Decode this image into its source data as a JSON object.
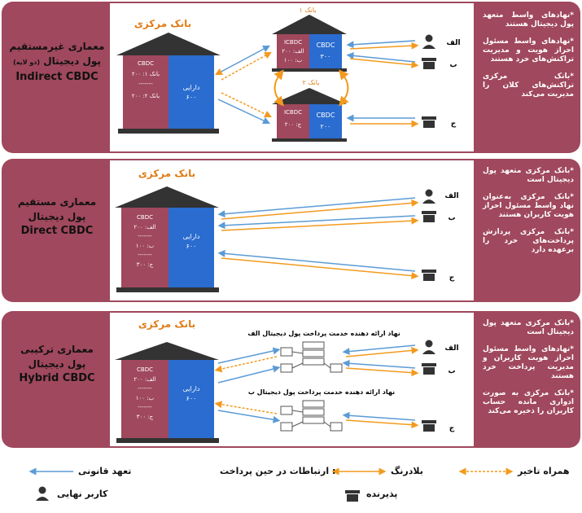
{
  "panels": [
    {
      "id": "indirect",
      "title_fa_1": "معماری غیرمستقیم",
      "title_fa_2": "پول دیجیتال",
      "title_fa_2b": "(دو لایه)",
      "title_en": "Indirect CBDC",
      "central_bank": "بانک مرکزی",
      "bank1_label": "بانک ۱",
      "bank2_label": "بانک ۲",
      "central_cbdc": "CBDC",
      "central_lines": [
        "بانک ۱: ۲۰۰",
        "-------",
        "بانک ۲: ۲۰۰"
      ],
      "central_assets": "دارایی",
      "central_assets_val": "۶۰۰",
      "bank1_icbdc": "ICBDC",
      "bank1_icbdc_lines": [
        "الف: ۲۰۰",
        "ب: ۱۰۰"
      ],
      "bank1_cbdc": "CBDC",
      "bank1_cbdc_val": "۳۰۰",
      "bank2_icbdc": "ICBDC",
      "bank2_icbdc_lines": [
        "ج: ۲۰۰"
      ],
      "bank2_cbdc": "CBDC",
      "bank2_cbdc_val": "۲۰۰",
      "user_labels": [
        "الف",
        "ب",
        "ج"
      ],
      "notes": [
        "*نهادهای واسط متعهد پول دیجیتال هستند",
        "*نهادهای واسط مسئول احراز هویت و مدیریت تراکنش‌های خرد هستند",
        "*بانک مرکزی تراکنش‌های کلان را مدیریت می‌کند"
      ]
    },
    {
      "id": "direct",
      "title_fa_1": "معماری مستقیم",
      "title_fa_2": "پول دیجیتال",
      "title_en": "Direct CBDC",
      "central_bank": "بانک مرکزی",
      "central_cbdc": "CBDC",
      "central_lines": [
        "الف: ۲۰۰",
        "-------",
        "ب: ۱۰۰",
        "-------",
        "ج: ۳۰۰"
      ],
      "central_assets": "دارایی",
      "central_assets_val": "۶۰۰",
      "user_labels": [
        "الف",
        "ب",
        "ج"
      ],
      "notes": [
        "*بانک مرکزی متعهد پول دیجیتال است",
        "*بانک مرکزی به‌عنوان نهاد واسط مسئول احراز هویت کاربران هستند",
        "*بانک مرکزی پردازش پرداخت‌های خرد را برعهده دارد"
      ]
    },
    {
      "id": "hybrid",
      "title_fa_1": "معماری ترکیبی",
      "title_fa_2": "پول دیجیتال",
      "title_en": "Hybrid CBDC",
      "central_bank": "بانک مرکزی",
      "central_cbdc": "CBDC",
      "central_lines": [
        "الف: ۲۰۰",
        "-------",
        "ب: ۱۰۰",
        "-------",
        "ج: ۳۰۰"
      ],
      "central_assets": "دارایی",
      "central_assets_val": "۶۰۰",
      "provider_a": "نهاد ارائه دهنده خدمت پرداخت پول دیجیتال الف",
      "provider_b": "نهاد ارائه دهنده خدمت پرداخت پول دیجیتال ب",
      "user_labels": [
        "الف",
        "ب",
        "ج"
      ],
      "notes": [
        "*بانک مرکزی متعهد پول دیجیتال است",
        "*نهادهای واسط مسئول احراز هویت کاربران و مدیریت پرداخت خرد هستند",
        "*بانک مرکزی به صورت ادواری مانده حساب کاربران را ذخیره می‌کند"
      ]
    }
  ],
  "legend": {
    "legal_claim": "تعهد قانونی",
    "realtime": "بلادرنگ",
    "delayed": "همراه تاخیر",
    "payment_links": ": ارتباطات در حین پرداخت",
    "end_user": "کاربر نهایی",
    "merchant": "پذیرنده"
  },
  "colors": {
    "maroon": "#a0485d",
    "roof": "#333333",
    "blue": "#2a6ccf",
    "orange": "#f39a1e",
    "arrow_blue": "#5b9bd5",
    "orange_text": "#e07b15"
  }
}
